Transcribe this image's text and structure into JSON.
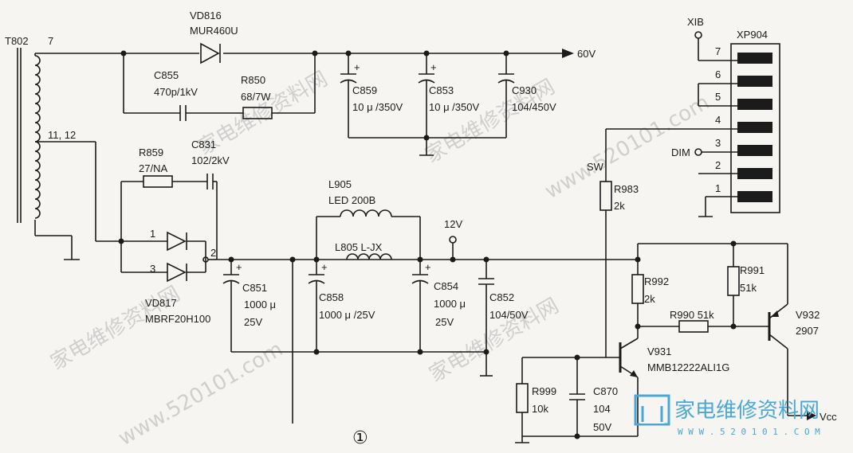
{
  "labels": {
    "t802": "T802",
    "t802_pin7": "7",
    "t802_pin1112": "11, 12",
    "vd816": "VD816",
    "vd816_part": "MUR460U",
    "c855": "C855",
    "c855_val": "470p/1kV",
    "r850": "R850",
    "r850_val": "68/7W",
    "v60": "60V",
    "c859": "C859",
    "c859_val": "10 μ /350V",
    "c853": "C853",
    "c853_val": "10 μ /350V",
    "c930": "C930",
    "c930_val": "104/450V",
    "r859": "R859",
    "r859_val": "27/NA",
    "c831": "C831",
    "c831_val": "102/2kV",
    "l905": "L905",
    "l905_val": "LED 200B",
    "l805": "L805 L-JX",
    "v12": "12V",
    "vd817": "VD817",
    "vd817_part": "MBRF20H100",
    "pin1": "1",
    "pin2": "2",
    "pin3": "3",
    "c851": "C851",
    "c851_v1": "1000 μ",
    "c851_v2": "25V",
    "c858": "C858",
    "c858_val": "1000 μ /25V",
    "c854": "C854",
    "c854_v1": "1000 μ",
    "c854_v2": "25V",
    "c852": "C852",
    "c852_val": "104/50V",
    "sw": "SW",
    "r983": "R983",
    "r983_val": "2k",
    "xib": "XIB",
    "xp904": "XP904",
    "xp_pins": [
      "7",
      "6",
      "5",
      "4",
      "3",
      "2",
      "1"
    ],
    "dim": "DIM",
    "r992": "R992",
    "r992_val": "2k",
    "r991": "R991",
    "r991_val": "51k",
    "r990": "R990 51k",
    "v932": "V932",
    "v932_part": "2907",
    "v931": "V931",
    "v931_part": "MMB12222ALI1G",
    "r999": "R999",
    "r999_val": "10k",
    "c870": "C870",
    "c870_v1": "104",
    "c870_v2": "50V",
    "vcc": "Vcc",
    "figure_num": "①"
  },
  "watermark": {
    "text": "家电维修资料网",
    "site": "www.520101.com",
    "brand_text": "家电维修资料网",
    "brand_url": "W W W . 5 2 0 1 0 1 . C O M",
    "brand_color": "#4aa7d6"
  }
}
